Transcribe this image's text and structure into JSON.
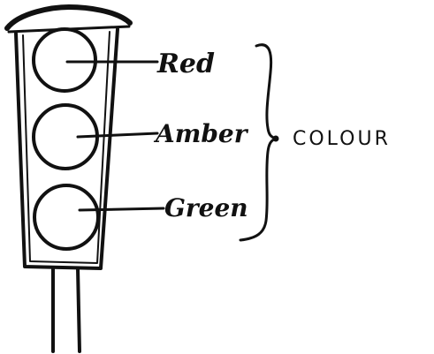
{
  "labels": {
    "red": "Red",
    "amber": "Amber",
    "green": "Green",
    "group": "COLOUR"
  }
}
